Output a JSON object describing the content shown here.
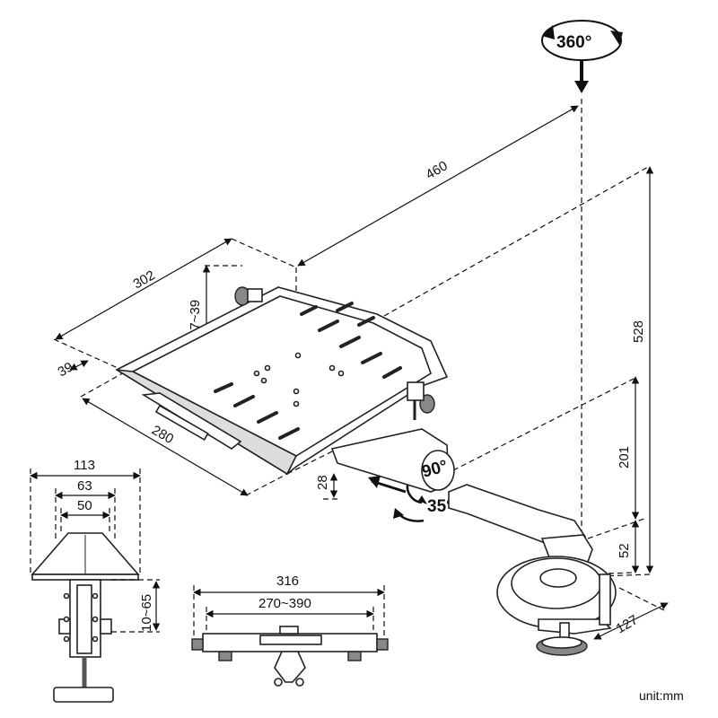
{
  "dimensions": {
    "d460": "460",
    "d302": "302",
    "d17_39": "17~39",
    "d39": "39",
    "d280": "280",
    "d28": "28",
    "d528": "528",
    "d201": "201",
    "d52": "52",
    "d127": "127",
    "d113": "113",
    "d63": "63",
    "d50": "50",
    "d10_65": "10~65",
    "d316": "316",
    "d270_390": "270~390"
  },
  "rotations": {
    "r360": "360°",
    "r90": "90°",
    "r35": "35°"
  },
  "unit_label": "unit:mm"
}
